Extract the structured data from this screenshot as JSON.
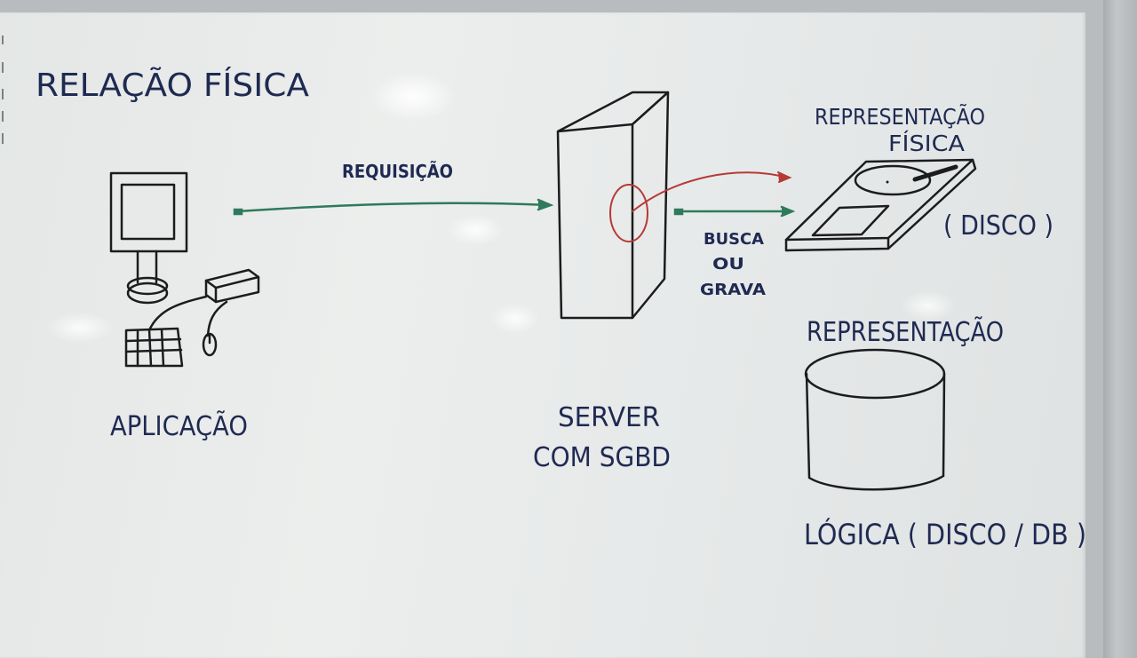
{
  "whiteboard": {
    "title": "RELAÇÃO FÍSICA",
    "request_label": "REQUISIÇÃO",
    "application_label": "APLICAÇÃO",
    "server_label_line1": "SERVER",
    "server_label_line2": "COM SGBD",
    "search_label_line1": "BUSCA",
    "search_label_line2": "OU",
    "search_label_line3": "GRAVA",
    "physical_rep_line1": "REPRESENTAÇÃO",
    "physical_rep_line2": "FÍSICA",
    "disk_label": "( DISCO )",
    "logical_rep_line1": "REPRESENTAÇÃO",
    "logical_rep_line2": "LÓGICA ( DISCO / DB )"
  },
  "colors": {
    "marker_blue": "#1f2a52",
    "marker_black": "#1c1c1e",
    "marker_green": "#2f7a5c",
    "marker_red": "#b53a36",
    "board": "#e8ebea"
  }
}
